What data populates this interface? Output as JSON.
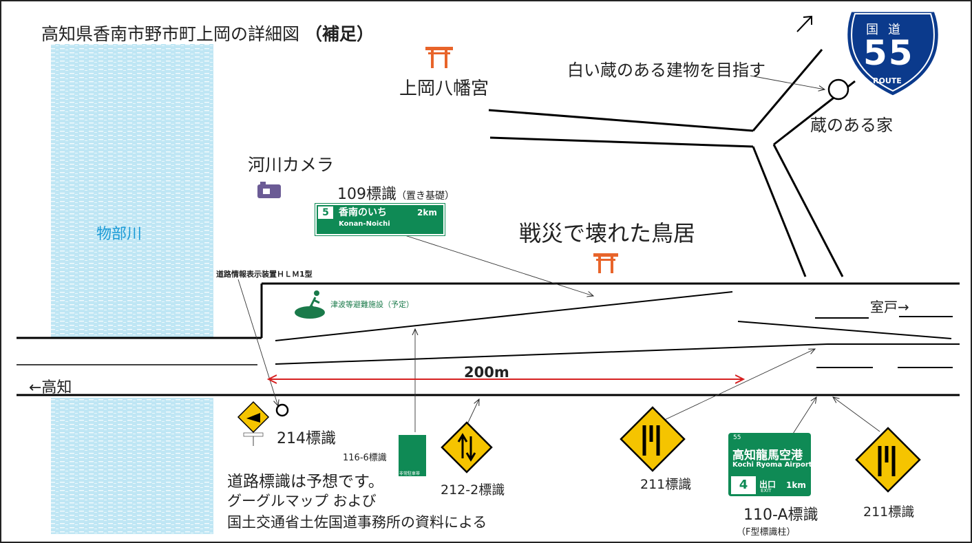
{
  "map": {
    "title_main": "高知県香南市野市町上岡の詳細図",
    "title_suffix": "（補足）",
    "river_name": "物部川",
    "shrine_name": "上岡八幡宮",
    "kura_note": "白い蔵のある建物を目指す",
    "kura_house": "蔵のある家",
    "river_camera": "河川カメラ",
    "sign_109": "109標識",
    "sign_109_note": "（置き基礎）",
    "broken_torii": "戦災で壊れた鳥居",
    "hlm_device": "道路情報表示装置ＨＬＭ1型",
    "tsunami_facility": "津波等避難施設（予定）",
    "to_muroto": "室戸→",
    "to_kochi": "←高知",
    "distance": "200m",
    "sign_214": "214標識",
    "sign_116_6": "116-6標識",
    "sign_212_2": "212-2標識",
    "sign_211_a": "211標識",
    "sign_211_b": "211標識",
    "sign_110_a": "110-A標識",
    "sign_110_a_post": "（F型標識柱）",
    "note_1": "道路標識は予想です。",
    "note_2": "グーグルマップ および",
    "note_3": "国土交通省土佐国道事務所の資料による"
  },
  "route_shield": {
    "label": "国道",
    "number": "55",
    "route_text": "ROUTE",
    "color": "#0b3a8c"
  },
  "sign_109_plate": {
    "route_no": "5",
    "destination": "香南のいち",
    "distance": "2km",
    "romaji": "Konan-Noichi",
    "color": "#0f8a55"
  },
  "sign_110_plate": {
    "route_no": "55",
    "destination": "高知龍馬空港",
    "romaji": "Kochi Ryoma Airport",
    "exit_no": "4",
    "exit_label": "出口",
    "exit_en": "EXIT",
    "distance": "1km",
    "color": "#0f8a55"
  },
  "sign_116_plate": {
    "text": "非常駐車帯"
  },
  "icons": [
    "torii-icon",
    "camera-icon",
    "evacuation-icon",
    "warning-sign-icon",
    "arrow-icon"
  ],
  "colors": {
    "road": "#000000",
    "river": "#bfe6f4",
    "torii": "#e8642a",
    "distance_line": "#d62020",
    "caution_yellow": "#f5c400"
  }
}
